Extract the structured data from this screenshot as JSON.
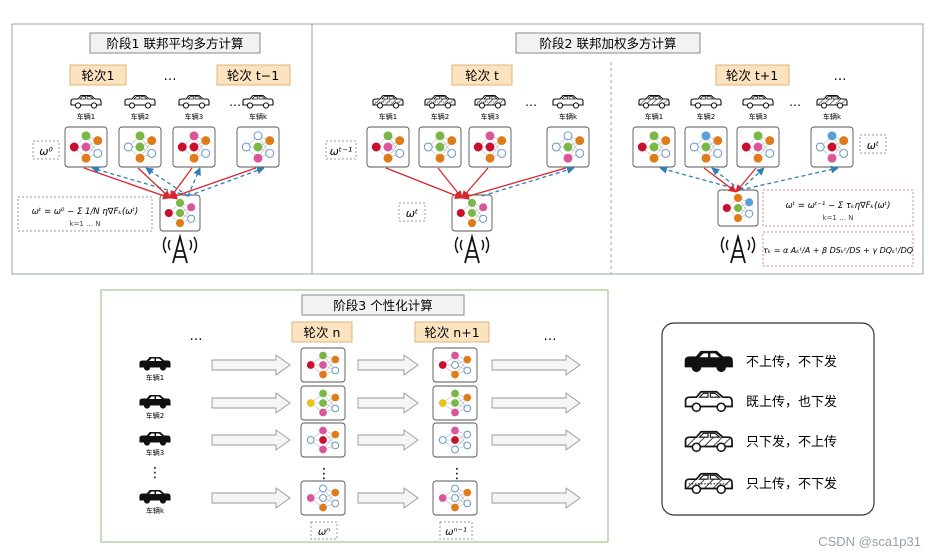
{
  "stage1": {
    "title": "阶段1  联邦平均多方计算",
    "round_a": "轮次1",
    "round_b": "轮次 t−1",
    "vehicle_labels": [
      "车辆1",
      "车辆2",
      "车辆3",
      "车辆k"
    ],
    "w_init": "ω⁰",
    "formula": "ωᵗ = ω⁰ − Σ 1/N η∇Fₖ(ωᵗ)",
    "formula_limits": "k=1 … N"
  },
  "stage2": {
    "title": "阶段2  联邦加权多方计算",
    "round_a": "轮次 t",
    "round_b": "轮次 t+1",
    "vehicle_labels_a": [
      "车辆1",
      "车辆2",
      "车辆3",
      "车辆k"
    ],
    "vehicle_labels_b": [
      "车辆1",
      "车辆2",
      "车辆3",
      "车辆k"
    ],
    "w_prev": "ωᵗ⁻¹",
    "w_mid": "ωᵗ",
    "w_right": "ωᵗ",
    "formula1": "ωᵗ = ωᵗ⁻¹ − Σ τₖη∇Fₖ(ωᵗ)",
    "formula1_limits": "k=1 … N",
    "formula2": "τₖ = α Aₖᵗ/A + β DSₖᵗ/DS + γ DQₖᵗ/DQ"
  },
  "stage3": {
    "title": "阶段3  个性化计算",
    "round_n": "轮次 n",
    "round_n1": "轮次 n+1",
    "vehicle_labels": [
      "车辆1",
      "车辆2",
      "车辆3",
      "车辆k"
    ],
    "w_n": "ωⁿ",
    "w_n1": "ωⁿ⁻¹"
  },
  "legend": {
    "items": [
      {
        "icon": "solid-car-icon",
        "label": "不上传，不下发"
      },
      {
        "icon": "outline-car-icon",
        "label": "既上传，也下发"
      },
      {
        "icon": "hatched-car-icon",
        "label": "只下发，不上传"
      },
      {
        "icon": "dotted-hatched-car-icon",
        "label": "只上传，不下发"
      }
    ]
  },
  "ellipsis": "…",
  "vdots": "⋮",
  "watermark": "CSDN @sca1p31",
  "colors": {
    "node_red": "#c8102e",
    "node_orange": "#e07b1a",
    "node_green": "#7ab648",
    "node_pink": "#d9569a",
    "node_yellow": "#e8c21a",
    "node_blue": "#5aa0d8",
    "node_violet": "#b06ab3",
    "round_box": "#fbe3c0",
    "arrow_red": "#d9262e",
    "arrow_blue": "#2f7fb5",
    "panel_green": "#9ccc88"
  }
}
